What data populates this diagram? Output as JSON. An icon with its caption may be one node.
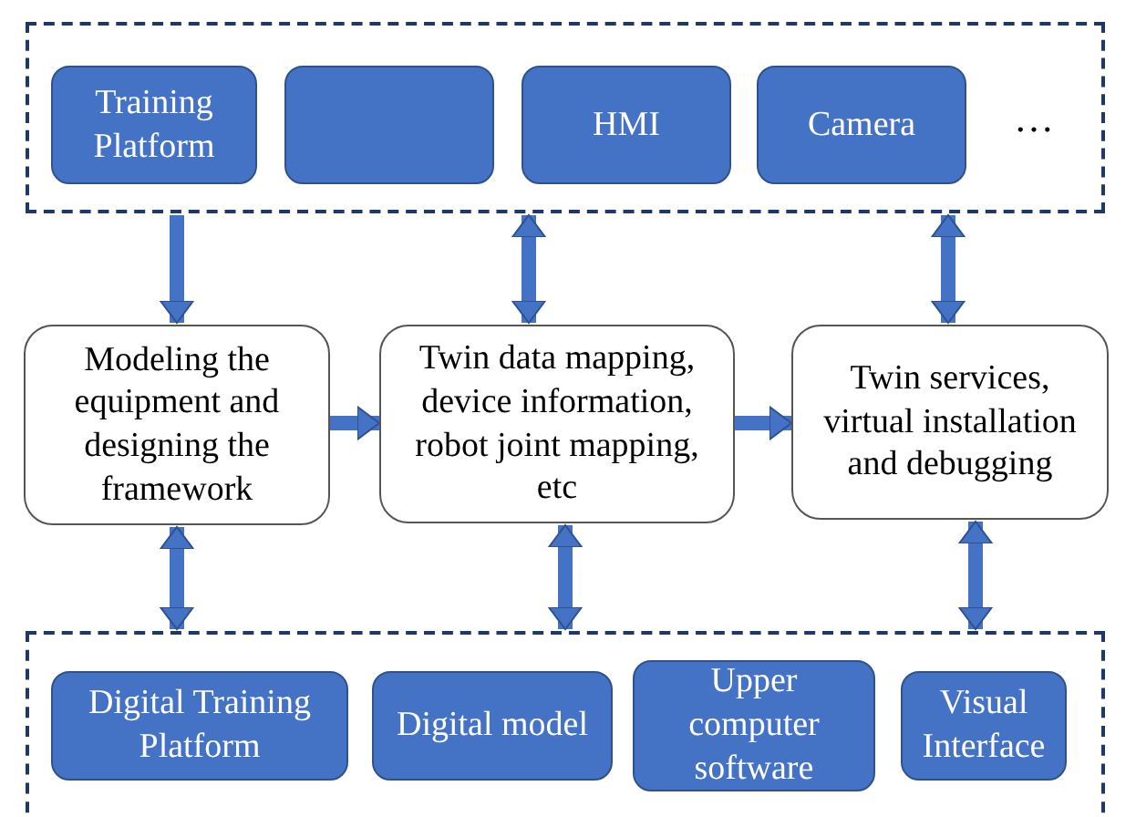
{
  "diagram": {
    "nodes": [
      {
        "text": [],
        "shape": "box"
      },
      {
        "text": [
          "Training Platform"
        ],
        "in": 0
      },
      {
        "text": [],
        "shape": "box",
        "in": 0
      },
      {
        "text": [
          "HMI"
        ],
        "in": 0
      },
      {
        "text": [
          "Camera"
        ],
        "in": 0
      },
      {
        "text": [
          "Modeling the equipment and designing the framework"
        ]
      },
      {
        "text": [
          "Twin data mapping, device information, robot joint mapping, etc"
        ]
      },
      {
        "text": [
          "Twin services, virtual installation and debugging"
        ]
      },
      {
        "text": [],
        "shape": "box"
      },
      {
        "text": [
          "Digital Training Platform"
        ],
        "in": 8
      },
      {
        "text": [
          "Digital model"
        ],
        "in": 8
      },
      {
        "text": [
          "Upper computer software"
        ],
        "in": 8
      },
      {
        "text": [
          "Visual Interface"
        ],
        "in": 8
      }
    ],
    "edges": [
      {
        "from": 0,
        "to": 5,
        "arrow": "to"
      },
      {
        "from": 0,
        "to": 6,
        "arrow": "both"
      },
      {
        "from": 0,
        "to": 7,
        "arrow": "both"
      },
      {
        "from": 5,
        "to": 6,
        "arrow": "to"
      },
      {
        "from": 6,
        "to": 7,
        "arrow": "to"
      },
      {
        "from": 5,
        "to": 8,
        "arrow": "both"
      },
      {
        "from": 6,
        "to": 8,
        "arrow": "both"
      },
      {
        "from": 7,
        "to": 8,
        "arrow": "both"
      }
    ],
    "labels": [
      "…"
    ]
  }
}
